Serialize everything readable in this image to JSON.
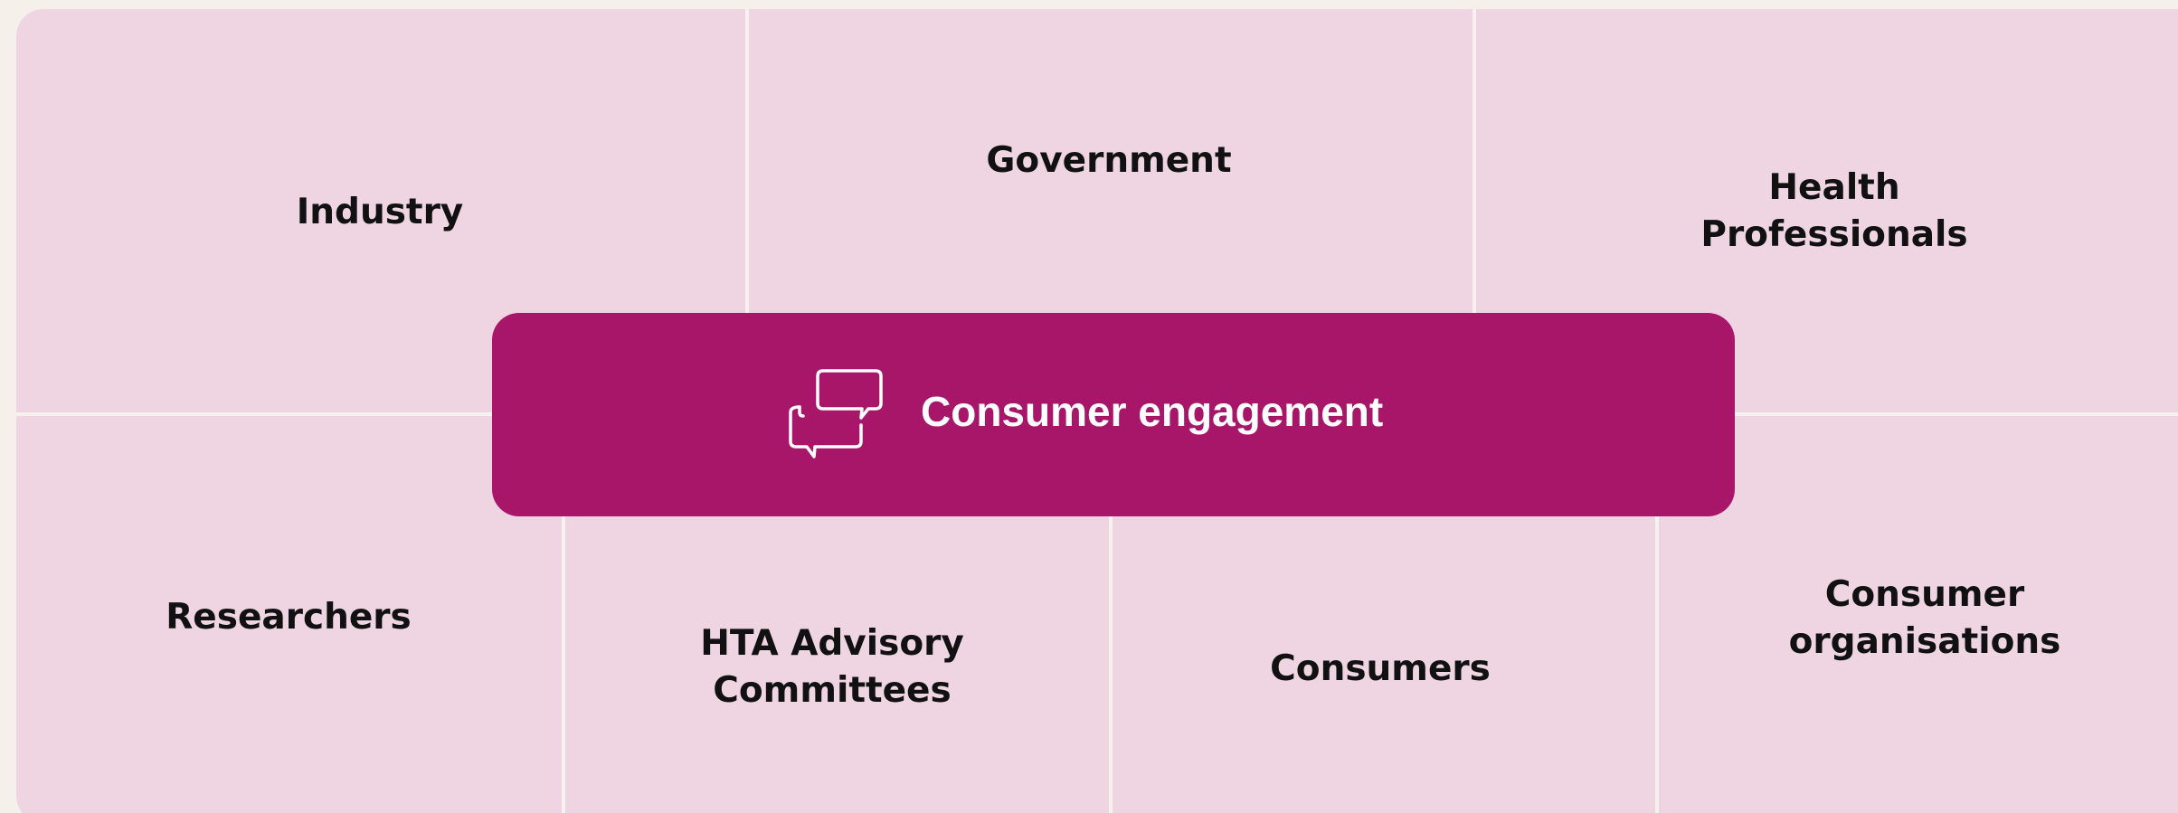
{
  "colors": {
    "page_background": "#f5f1ea",
    "panel": "#efd5e2",
    "divider": "#f7f1f0",
    "accent": "#a8166a",
    "text": "#111111",
    "center_text": "#ffffff"
  },
  "top_row": [
    {
      "label": "Industry"
    },
    {
      "label": "Government"
    },
    {
      "label_line1": "Health",
      "label_line2": "Professionals"
    }
  ],
  "center": {
    "icon": "speech-bubbles-icon",
    "title": "Consumer engagement"
  },
  "bottom_row": [
    {
      "label": "Researchers"
    },
    {
      "label_line1": "HTA Advisory",
      "label_line2": "Committees"
    },
    {
      "label": "Consumers"
    },
    {
      "label_line1": "Consumer",
      "label_line2": "organisations"
    }
  ]
}
